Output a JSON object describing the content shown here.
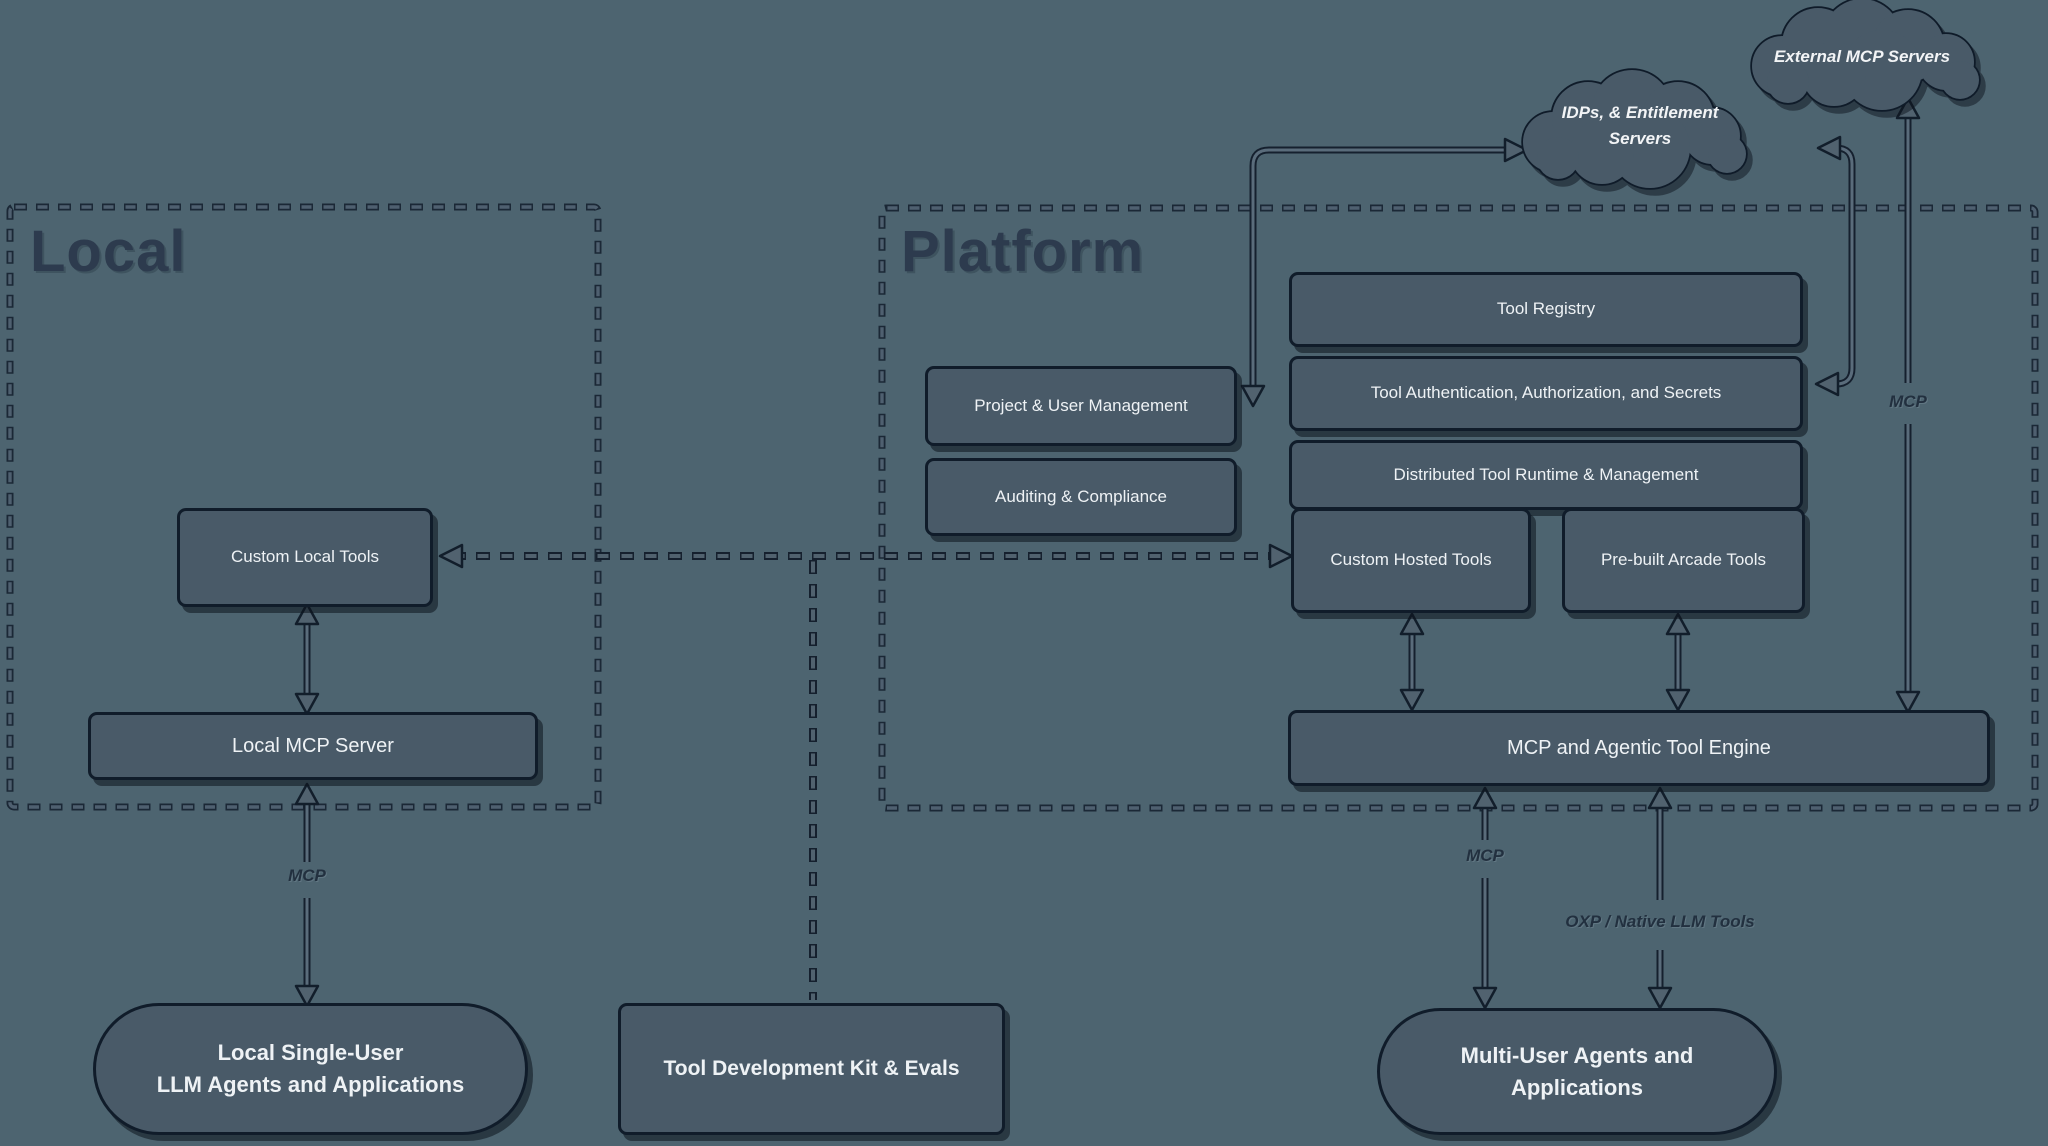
{
  "groups": {
    "local": {
      "title": "Local"
    },
    "platform": {
      "title": "Platform"
    }
  },
  "clouds": {
    "external_mcp": {
      "label": "External MCP Servers"
    },
    "idps": {
      "line1": "IDPs, & Entitlement",
      "line2": "Servers"
    }
  },
  "nodes": {
    "custom_local_tools": {
      "label": "Custom Local Tools"
    },
    "local_mcp_server": {
      "label": "Local MCP Server"
    },
    "local_agents": {
      "line1": "Local Single-User",
      "line2": "LLM Agents and Applications"
    },
    "tdk": {
      "label": "Tool Development Kit & Evals"
    },
    "project_user_mgmt": {
      "label": "Project & User Management"
    },
    "auditing_compliance": {
      "label": "Auditing & Compliance"
    },
    "tool_registry": {
      "label": "Tool Registry"
    },
    "tool_auth": {
      "label": "Tool Authentication, Authorization, and Secrets"
    },
    "distributed_runtime": {
      "label": "Distributed Tool Runtime & Management"
    },
    "custom_hosted_tools": {
      "label": "Custom Hosted Tools"
    },
    "prebuilt_arcade_tools": {
      "label": "Pre-built Arcade Tools"
    },
    "engine": {
      "label": "MCP and Agentic Tool Engine"
    },
    "multi_user_agents": {
      "line1": "Multi-User Agents and",
      "line2": "Applications"
    }
  },
  "edge_labels": {
    "local_mcp": "MCP",
    "platform_mcp": "MCP",
    "external_mcp": "MCP",
    "oxp": "OXP / Native LLM Tools"
  },
  "colors": {
    "background": "#4d6470",
    "node_fill": "#495a68",
    "node_border": "#101c2a",
    "node_text": "#eef2f5",
    "group_title": "#2d3b4e",
    "edge_label": "#22303f"
  }
}
